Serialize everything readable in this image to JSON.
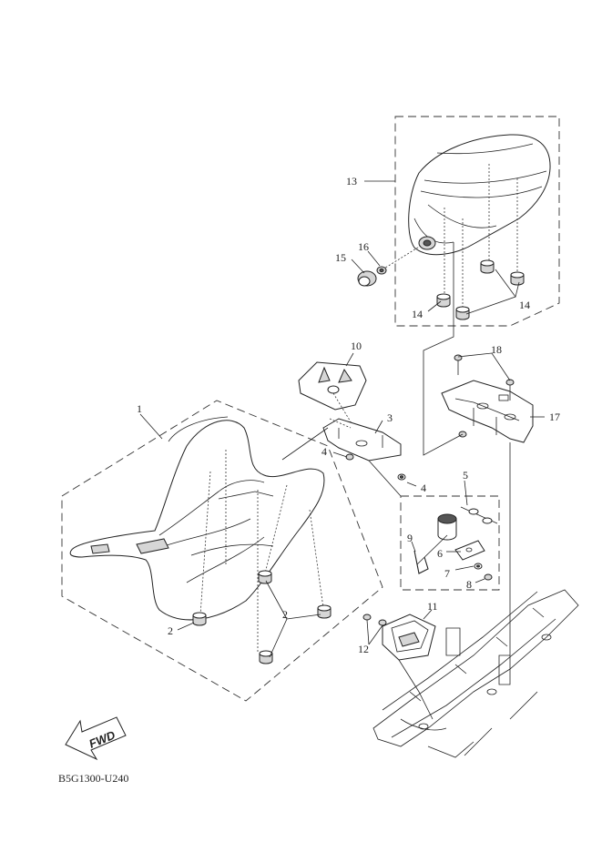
{
  "diagram_code": "B5G1300-U240",
  "fwd_label": "FWD",
  "callouts": [
    {
      "id": "c1",
      "text": "1"
    },
    {
      "id": "c2a",
      "text": "2"
    },
    {
      "id": "c2b",
      "text": "2"
    },
    {
      "id": "c3",
      "text": "3"
    },
    {
      "id": "c4a",
      "text": "4"
    },
    {
      "id": "c4b",
      "text": "4"
    },
    {
      "id": "c5",
      "text": "5"
    },
    {
      "id": "c6",
      "text": "6"
    },
    {
      "id": "c7",
      "text": "7"
    },
    {
      "id": "c8",
      "text": "8"
    },
    {
      "id": "c9",
      "text": "9"
    },
    {
      "id": "c10",
      "text": "10"
    },
    {
      "id": "c11",
      "text": "11"
    },
    {
      "id": "c12",
      "text": "12"
    },
    {
      "id": "c13",
      "text": "13"
    },
    {
      "id": "c14a",
      "text": "14"
    },
    {
      "id": "c14b",
      "text": "14"
    },
    {
      "id": "c15",
      "text": "15"
    },
    {
      "id": "c16",
      "text": "16"
    },
    {
      "id": "c17",
      "text": "17"
    },
    {
      "id": "c18",
      "text": "18"
    }
  ]
}
